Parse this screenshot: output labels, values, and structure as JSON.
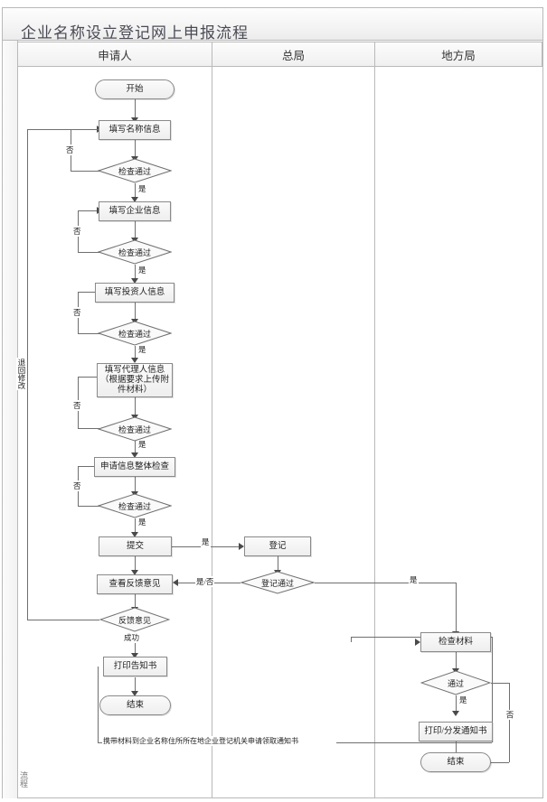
{
  "document": {
    "title": "企业名称设立登记网上申报流程",
    "side_strip_label": "流程"
  },
  "lanes": [
    {
      "id": "applicant",
      "label": "申请人"
    },
    {
      "id": "head-bureau",
      "label": "总局"
    },
    {
      "id": "local-bureau",
      "label": "地方局"
    }
  ],
  "nodes": {
    "start": "开始",
    "fill_name_info": "填写名称信息",
    "check_pass_1": "检查通过",
    "fill_company_info": "填写企业信息",
    "check_pass_2": "检查通过",
    "fill_investor_info": "填写投资人信息",
    "check_pass_3": "检查通过",
    "fill_agent_info": "填写代理人信息（根据要求上传附件材料）",
    "check_pass_4": "检查通过",
    "overall_check": "申请信息整体检查",
    "check_pass_5": "检查通过",
    "submit": "提交",
    "view_feedback": "查看反馈意见",
    "feedback_decision": "反馈意见",
    "print_notice": "打印告知书",
    "end_applicant": "结束",
    "register": "登记",
    "register_pass": "登记通过",
    "check_materials": "检查材料",
    "pass_decision": "通过",
    "print_distribute": "打印/分发通知书",
    "end_local": "结束"
  },
  "edge_labels": {
    "no_1": "否",
    "no_2": "否",
    "no_3": "否",
    "no_4": "否",
    "no_5": "否",
    "yes_1": "是",
    "yes_2": "是",
    "yes_3": "是",
    "yes_4": "是",
    "yes_5": "是",
    "submit_yes": "是",
    "register_yes_no": "是/否",
    "register_yes": "是",
    "success": "成功",
    "pass_yes": "是",
    "pass_no": "否",
    "return_modify": "退回修改",
    "carry_materials": "携带材料到企业名称住所所在地企业登记机关申请领取通知书"
  },
  "colors": {
    "frame_border": "#b9b9b9",
    "node_border": "#8a8a8a",
    "line": "#6f6f6f",
    "title_text": "#4a4a55"
  }
}
